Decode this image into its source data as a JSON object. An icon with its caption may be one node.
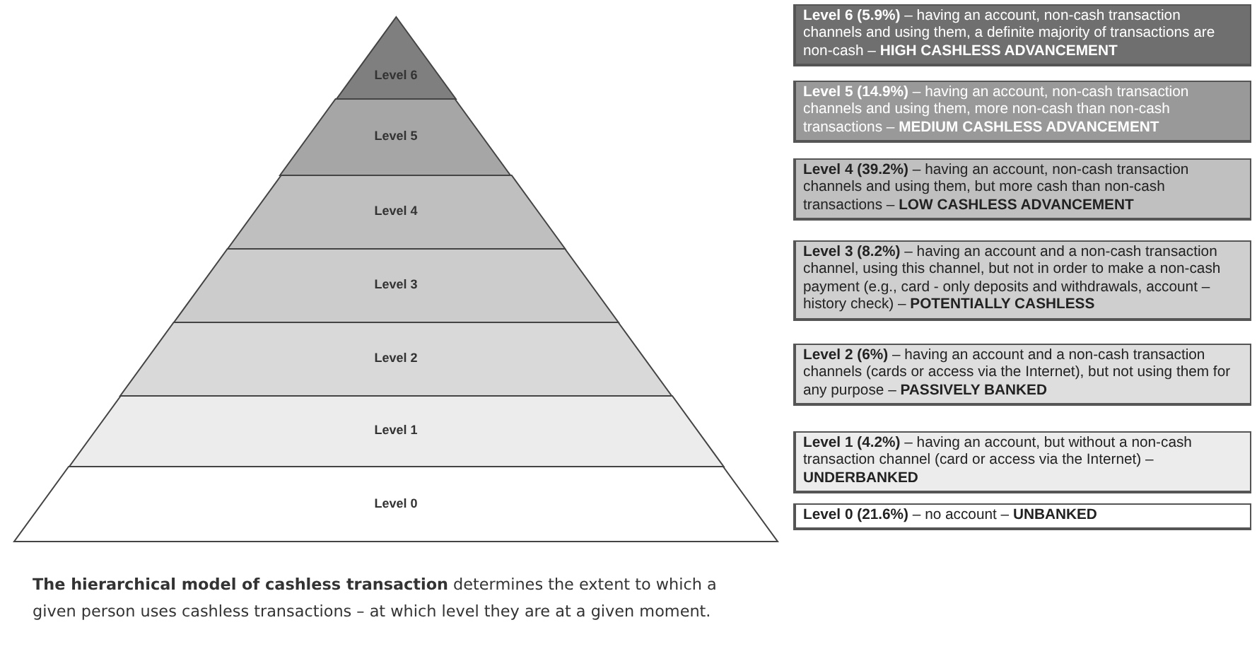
{
  "diagram": {
    "caption": "**The hierarchical model of cashless transaction** determines the extent to which a given person uses cashless transactions – at which level they are at a given moment.",
    "nodes": [
      {
        "text": [
          "Level 6"
        ]
      },
      {
        "text": [
          "Level 5"
        ]
      },
      {
        "text": [
          "Level 4"
        ]
      },
      {
        "text": [
          "Level 3"
        ]
      },
      {
        "text": [
          "Level 2"
        ]
      },
      {
        "text": [
          "Level 1"
        ]
      },
      {
        "text": [
          "Level 0"
        ]
      },
      {
        "text": [
          "**Level 6 (5.9%)** – having an account, non-cash transaction channels and using them, a definite majority of transactions are non-cash – **HIGH CASHLESS ADVANCEMENT**"
        ]
      },
      {
        "text": [
          "**Level 5 (14.9%)** – having an account, non-cash transaction channels and using them, more non-cash than non-cash transactions – **MEDIUM CASHLESS ADVANCEMENT**"
        ]
      },
      {
        "text": [
          "**Level 4 (39.2%)** – having an account, non-cash transaction channels and using them, but more cash than non-cash transactions – **LOW CASHLESS ADVANCEMENT**"
        ]
      },
      {
        "text": [
          "**Level 3 (8.2%)** – having an account and a non-cash transaction channel, using this channel, but not in order to make a non-cash payment (e.g., card - only deposits and withdrawals, account – history check) – **POTENTIALLY CASHLESS**"
        ]
      },
      {
        "text": [
          "**Level 2 (6%)** – having an account and a non-cash transaction channels (cards or access via the Internet), but not using them for any purpose – **PASSIVELY BANKED**"
        ]
      },
      {
        "text": [
          "**Level 1 (4.2%)** – having an account, but without a non-cash transaction channel (card or access via the Internet) – **UNDERBANKED**"
        ]
      },
      {
        "text": [
          "**Level 0 (21.6%)** – no account – **UNBANKED**"
        ]
      }
    ],
    "edges": []
  }
}
